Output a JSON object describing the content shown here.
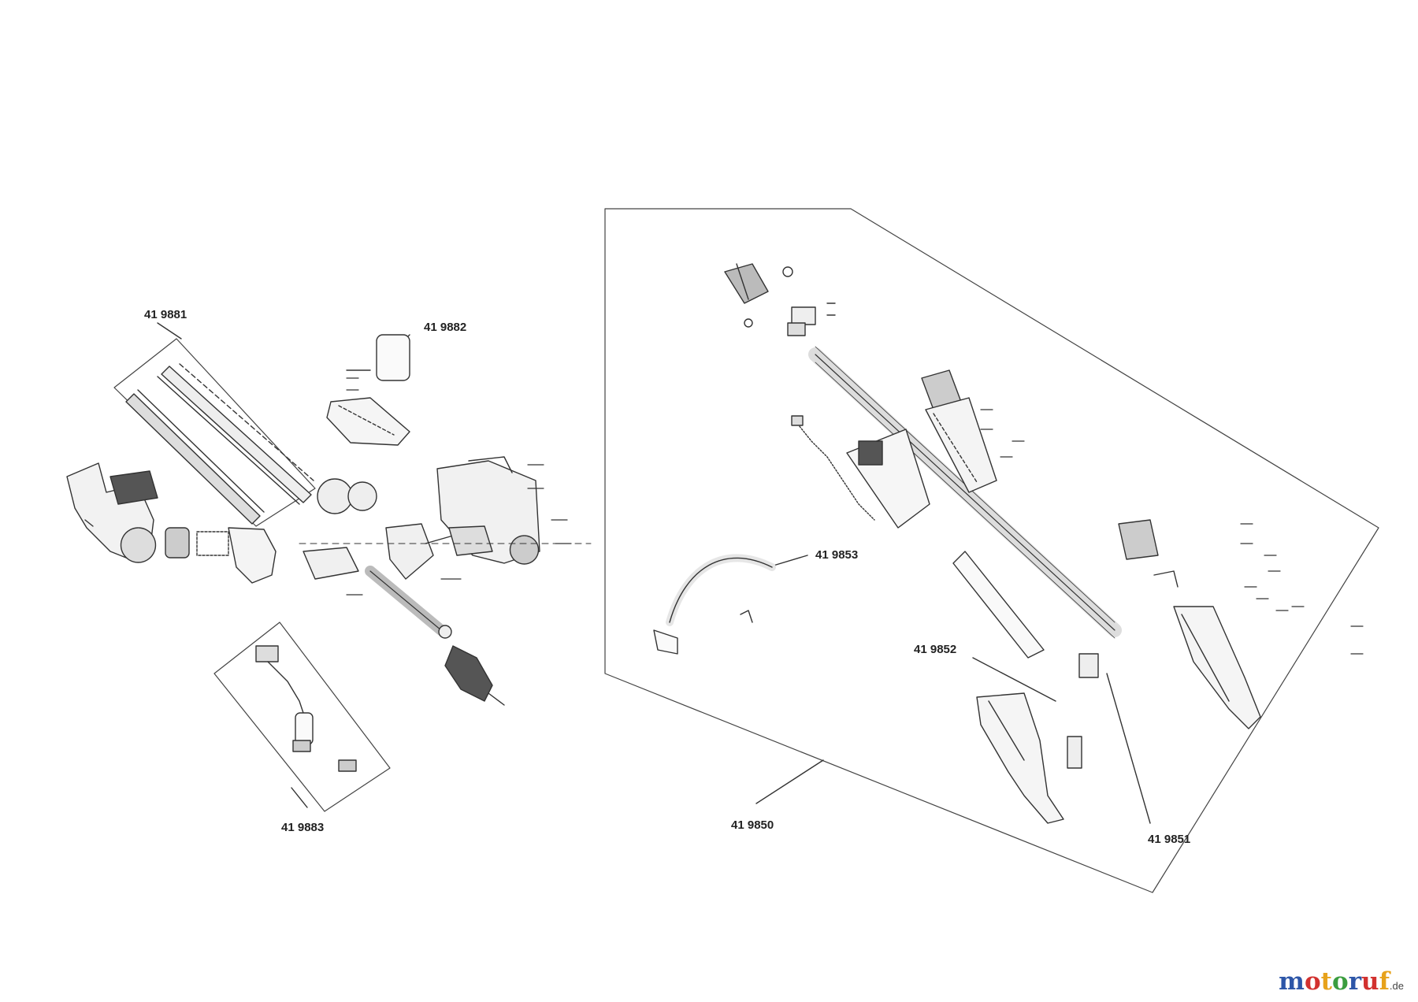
{
  "labels": {
    "p419881": "41 9881",
    "p419882": "41 9882",
    "p419883": "41 9883",
    "p419850": "41 9850",
    "p419851": "41 9851",
    "p419852": "41 9852",
    "p419853": "41 9853"
  },
  "watermark": {
    "letters": [
      "m",
      "o",
      "t",
      "o",
      "r",
      "u",
      "f"
    ],
    "suffix": ".de",
    "colors": [
      "#2d56a8",
      "#d2312f",
      "#e7a21b",
      "#3b9d3f",
      "#2d56a8",
      "#d2312f",
      "#e7a21b"
    ]
  }
}
